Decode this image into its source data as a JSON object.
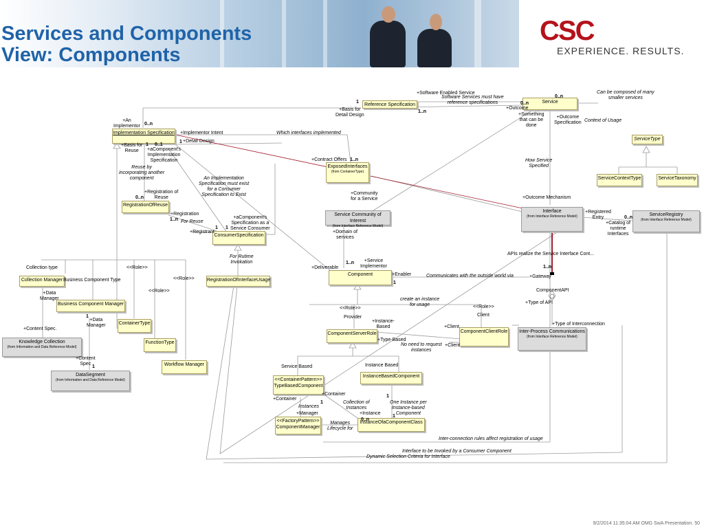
{
  "header": {
    "title_line1": "Services and Components",
    "title_line2": "View: Components",
    "logo_text": "CSC",
    "tagline": "EXPERIENCE. RESULTS."
  },
  "diagram": {
    "boxes": [
      {
        "id": "reference-specification",
        "label": "Reference Specification",
        "sub": ""
      },
      {
        "id": "service",
        "label": "Service",
        "sub": ""
      },
      {
        "id": "implementation-specification",
        "label": "Implementation Specification",
        "sub": ""
      },
      {
        "id": "service-type",
        "label": "ServiceType",
        "sub": ""
      },
      {
        "id": "exposed-interfaces",
        "label": "ExposedInterfaces",
        "sub": "(from ContainerType)"
      },
      {
        "id": "service-context-type",
        "label": "ServiceContextType",
        "sub": ""
      },
      {
        "id": "service-taxonomy",
        "label": "ServiceTaxonomy",
        "sub": ""
      },
      {
        "id": "registration-of-reuse",
        "label": "RegistrationOfReuse",
        "sub": ""
      },
      {
        "id": "service-community",
        "label": "Service Community of Interest",
        "sub": "(from Interface Reference Model)"
      },
      {
        "id": "interface",
        "label": "Interface",
        "sub": "(from Interface Reference Model)"
      },
      {
        "id": "service-registry",
        "label": "ServiceRegistry",
        "sub": "(from Interface Reference Model)"
      },
      {
        "id": "consumer-specification",
        "label": "ConsumerSpecification",
        "sub": ""
      },
      {
        "id": "collection-manager",
        "label": "Collection Manager",
        "sub": ""
      },
      {
        "id": "registration-of-interface-usage",
        "label": "RegistrationOfInterfaceUsage",
        "sub": ""
      },
      {
        "id": "component",
        "label": "Component",
        "sub": ""
      },
      {
        "id": "business-component-manager",
        "label": "Business Component Manager",
        "sub": ""
      },
      {
        "id": "container-type",
        "label": "ContainerType",
        "sub": ""
      },
      {
        "id": "function-type",
        "label": "FunctionType",
        "sub": ""
      },
      {
        "id": "knowledge-collection",
        "label": "Knowledge Collection",
        "sub": "(from Information and Data Reference Model)"
      },
      {
        "id": "workflow-manager",
        "label": "Workflow Manager",
        "sub": ""
      },
      {
        "id": "data-segment",
        "label": "DataSegment",
        "sub": "(from Information and Data Reference Model)"
      },
      {
        "id": "component-server-role",
        "label": "ComponentServerRole",
        "sub": ""
      },
      {
        "id": "component-client-role",
        "label": "ComponentClientRole",
        "sub": ""
      },
      {
        "id": "inter-process-communications",
        "label": "Inter-Process Communications",
        "sub": "(from Interface Reference Model)"
      },
      {
        "id": "type-based-component",
        "label": "<<ContainerPattern>>\nTypeBasedComponent",
        "sub": ""
      },
      {
        "id": "instance-based-component",
        "label": "InstanceBasedComponent",
        "sub": ""
      },
      {
        "id": "component-manager",
        "label": "<<FactoryPattern>>\nComponentManager",
        "sub": ""
      },
      {
        "id": "instance-of-a-component-class",
        "label": "InstanceOfaComponentClass",
        "sub": ""
      }
    ],
    "labels": [
      "+Software Enabled Service",
      "Software Services must have\nreference specifications",
      "1",
      "1..n",
      "+Basis for\nDetail Design",
      "0..n",
      "0..n",
      "+Outcome",
      "+Something\nthat can be\ndone",
      "+Outcome\nSpecification",
      "Context of Usage",
      "Can be composed of many\nsmaller services",
      "+An\nImplementor",
      "0..n",
      "+Implementor Intent",
      "Which interfaces implemented",
      "+Detail Design",
      "1",
      "+Basis for\nReuse",
      "1",
      "0..1",
      "+aComponent's\nImplementation\nSpecification",
      "Reuse by\nincorporating another\ncomponent",
      "+Contract Offers",
      "1..n",
      "How Service\nSpecified",
      "An Implementation\nSpecification must exist\nfor a Consumer\nSpecification to Exist",
      "+Registration of\nReuse",
      "0..n",
      "+Community\nfor a Service",
      "+Outcome Mechanism",
      "+Registration",
      "1..n",
      "For Reuse",
      "+aComponent's\nSpecification as a\nService Consumer",
      "1",
      "1",
      "+Registrant",
      "+Registered\nEntry",
      "0..n",
      "+Catalog of\nruntime\nInterfaces",
      "+Domain of\nservices",
      "For Rutime\nInvokation",
      "APIs realize the Service Interface Cont...",
      "Collection type",
      "<<Role>>",
      "<<Role>>",
      "<<Role>>",
      "Business Component Type",
      "+Deliverable",
      "1..n",
      "+Service\nImplementor",
      "+Enabler",
      "1",
      "Communicates with the outside world via",
      "+Gateway",
      "1..n",
      "ComponentAPI",
      "+Type of API",
      "+Data\nManager",
      "create an instance\nfor usage",
      "<<Role>>",
      "<<Role>>",
      "Provider",
      "Client",
      "1",
      "+Data\nManager",
      "+Instance-\nBased",
      "+Client",
      "+Type of Interconnection",
      "+Content Spec.",
      "+Type-Based",
      "No need to request\ninstances",
      "+Client",
      "+Content\nSpec",
      "1",
      "Service Based",
      "Instance Based",
      "+Container",
      "+Container",
      "1",
      "1",
      "Instances",
      "+Manager",
      "Collection of\nInstances",
      "+Instance",
      "One Instance per\nInstance-based\nComponent",
      "0..n",
      "1",
      "Manages\nLifecycle for",
      "Inter-connection rules affect registration of usage",
      "Interface to be Invoked by a Consumer Component",
      "Dynamic Selection Criteria for Interface"
    ]
  },
  "footer": {
    "text": "9/2/2014 11:35:04 AM OMG SwA Presentation. 50"
  }
}
